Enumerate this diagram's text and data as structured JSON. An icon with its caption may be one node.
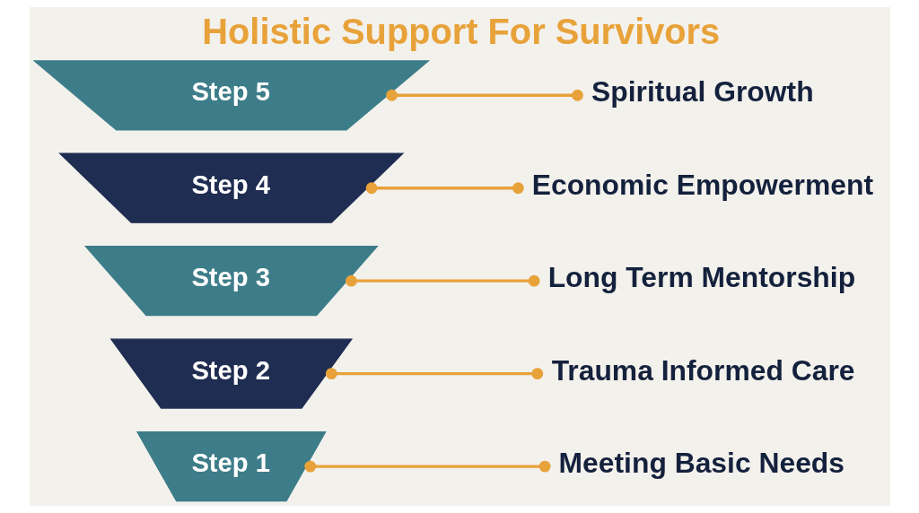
{
  "diagram": {
    "title": "Holistic Support For Survivors",
    "nodes": [
      {
        "text": [
          "Step 5"
        ]
      },
      {
        "text": [
          "Spiritual Growth"
        ]
      },
      {
        "text": [
          "Step 4"
        ]
      },
      {
        "text": [
          "Economic Empowerment"
        ]
      },
      {
        "text": [
          "Step 3"
        ]
      },
      {
        "text": [
          "Long Term Mentorship"
        ]
      },
      {
        "text": [
          "Step 2"
        ]
      },
      {
        "text": [
          "Trauma Informed Care"
        ]
      },
      {
        "text": [
          "Step 1"
        ]
      },
      {
        "text": [
          "Meeting Basic Needs"
        ]
      }
    ],
    "edges": [
      {
        "from": 0,
        "to": 1,
        "arrow": "other"
      },
      {
        "from": 2,
        "to": 3,
        "arrow": "other"
      },
      {
        "from": 4,
        "to": 5,
        "arrow": "other"
      },
      {
        "from": 6,
        "to": 7,
        "arrow": "other"
      },
      {
        "from": 8,
        "to": 9,
        "arrow": "other"
      }
    ]
  }
}
